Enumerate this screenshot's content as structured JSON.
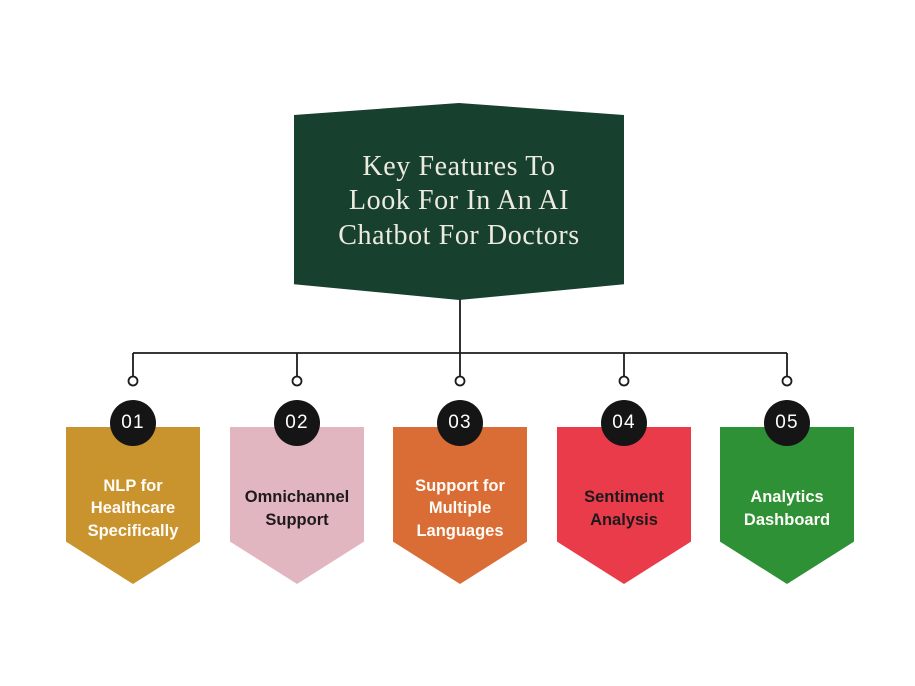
{
  "title": {
    "text": "Key Features To Look For In An AI Chatbot For Doctors",
    "lines": [
      "Key Features To",
      "Look For In An AI",
      "Chatbot For Doctors"
    ]
  },
  "badges": [
    {
      "number": "01",
      "label": "NLP for Healthcare Specifically",
      "color": "#C9932E",
      "text_color": "#FDFCF8"
    },
    {
      "number": "02",
      "label": "Omnichannel Support",
      "color": "#E2B6C0",
      "text_color": "#1E1A1C"
    },
    {
      "number": "03",
      "label": "Support for Multiple Languages",
      "color": "#DA6D35",
      "text_color": "#FDFCF8"
    },
    {
      "number": "04",
      "label": "Sentiment Analysis",
      "color": "#EA3B4A",
      "text_color": "#1E1A1C"
    },
    {
      "number": "05",
      "label": "Analytics Dashboard",
      "color": "#2F9135",
      "text_color": "#FDFCF8"
    }
  ],
  "colors": {
    "background": "#FFFFFF",
    "title_bg": "#18402F",
    "title_text": "#EDEADF",
    "number_circle": "#151515",
    "number_text": "#FFFFFF",
    "connector": "#1B1B1B"
  }
}
